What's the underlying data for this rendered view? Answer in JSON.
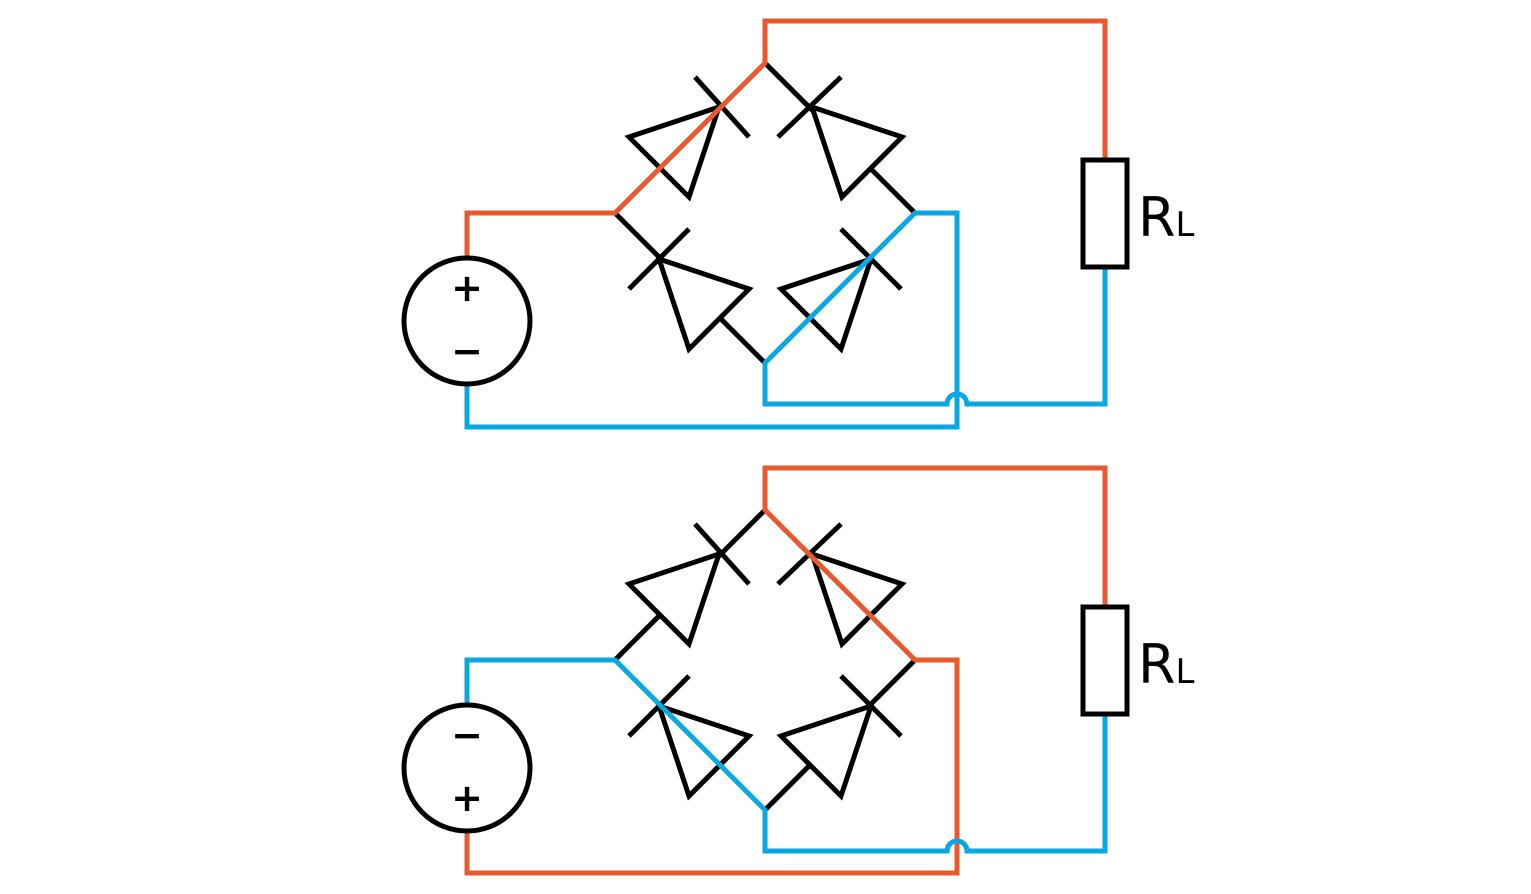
{
  "colors": {
    "positive_path": "#e85a2e",
    "negative_path": "#0aa7e0",
    "component": "#000000",
    "background": "#ffffff"
  },
  "circuits": [
    {
      "source_top_sign": "+",
      "source_bottom_sign": "−",
      "load_label_main": "R",
      "load_label_sub": "L"
    },
    {
      "source_top_sign": "−",
      "source_bottom_sign": "+",
      "load_label_main": "R",
      "load_label_sub": "L"
    }
  ]
}
